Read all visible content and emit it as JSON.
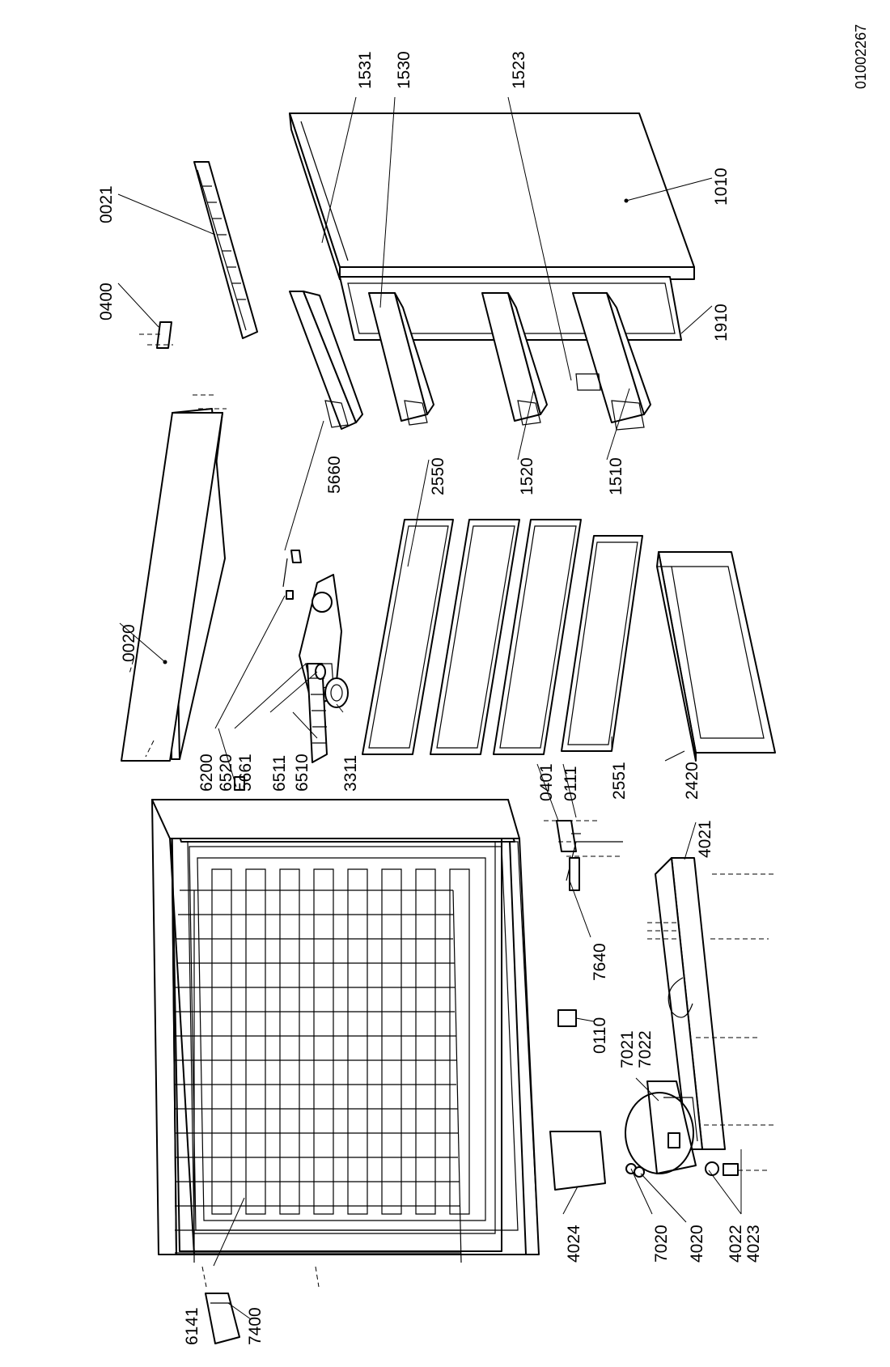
{
  "document_id": "01002267",
  "callouts": [
    {
      "id": "c1531",
      "label": "1531"
    },
    {
      "id": "c1530",
      "label": "1530"
    },
    {
      "id": "c1523",
      "label": "1523"
    },
    {
      "id": "c0021",
      "label": "0021"
    },
    {
      "id": "c0400",
      "label": "0400"
    },
    {
      "id": "c1010",
      "label": "1010"
    },
    {
      "id": "c1910",
      "label": "1910"
    },
    {
      "id": "c5660",
      "label": "5660"
    },
    {
      "id": "c2550",
      "label": "2550"
    },
    {
      "id": "c1520",
      "label": "1520"
    },
    {
      "id": "c1510",
      "label": "1510"
    },
    {
      "id": "c0020",
      "label": "0020"
    },
    {
      "id": "c6200",
      "label": "6200"
    },
    {
      "id": "c6520",
      "label": "6520"
    },
    {
      "id": "c5661",
      "label": "5661"
    },
    {
      "id": "c6511",
      "label": "6511"
    },
    {
      "id": "c6510",
      "label": "6510"
    },
    {
      "id": "c3311",
      "label": "3311"
    },
    {
      "id": "c0401",
      "label": "0401"
    },
    {
      "id": "c0111",
      "label": "0111"
    },
    {
      "id": "c2551",
      "label": "2551"
    },
    {
      "id": "c2420",
      "label": "2420"
    },
    {
      "id": "c4021",
      "label": "4021"
    },
    {
      "id": "c7640",
      "label": "7640"
    },
    {
      "id": "c0110",
      "label": "0110"
    },
    {
      "id": "c7021",
      "label": "7021"
    },
    {
      "id": "c7022",
      "label": "7022"
    },
    {
      "id": "c4024",
      "label": "4024"
    },
    {
      "id": "c7020",
      "label": "7020"
    },
    {
      "id": "c4020",
      "label": "4020"
    },
    {
      "id": "c4022",
      "label": "4022"
    },
    {
      "id": "c4023",
      "label": "4023"
    },
    {
      "id": "c6141",
      "label": "6141"
    },
    {
      "id": "c7400",
      "label": "7400"
    }
  ]
}
